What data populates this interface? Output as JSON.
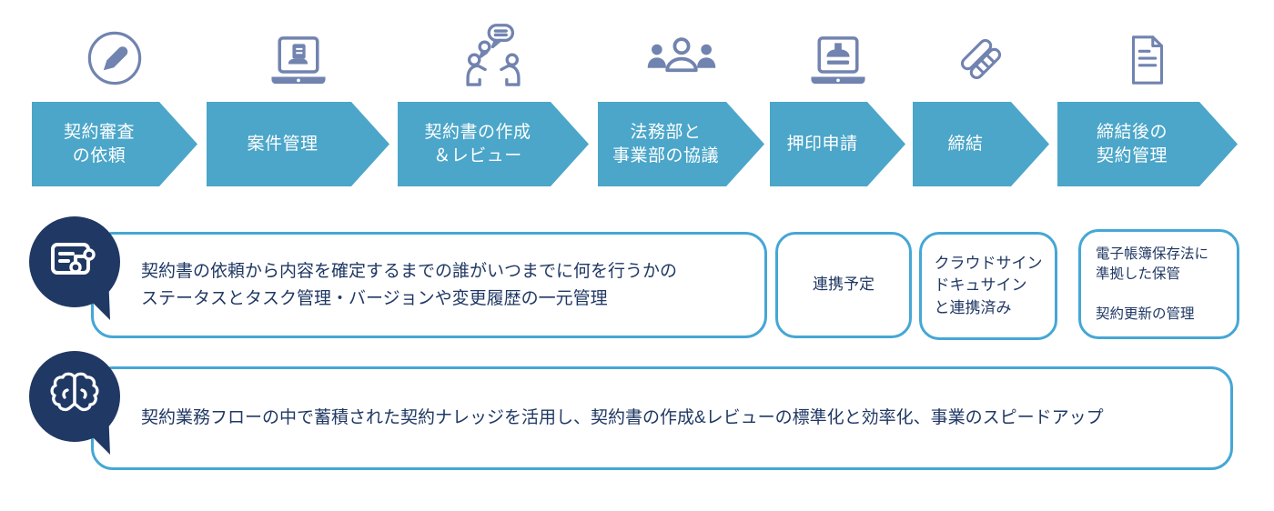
{
  "colors": {
    "arrow_fill": "#4BA6C9",
    "box_border": "#45A7D5",
    "bubble_fill": "#203864",
    "body_text": "#203864",
    "icon_stroke": "#7183AF"
  },
  "flow": {
    "steps": [
      {
        "label": "契約審査\nの依頼",
        "icon": "pencil-icon"
      },
      {
        "label": "案件管理",
        "icon": "laptop-document-icon"
      },
      {
        "label": "契約書の作成\n＆レビュー",
        "icon": "discussion-icon"
      },
      {
        "label": "法務部と\n事業部の協議",
        "icon": "team-icon"
      },
      {
        "label": "押印申請",
        "icon": "laptop-stamp-icon"
      },
      {
        "label": "締結",
        "icon": "handshake-icon"
      },
      {
        "label": "締結後の\n契約管理",
        "icon": "document-icon"
      }
    ]
  },
  "notes": {
    "status_note": {
      "icon": "task-flow-icon",
      "text": "契約書の依頼から内容を確定するまでの誰がいつまでに何を行うかの\nステータスとタスク管理・バージョンや変更履歴の一元管理"
    },
    "integration_planned": "連携予定",
    "esign_integration": "クラウドサイン\nドキュサイン\nと連携済み",
    "storage_note": "電子帳簿保存法に\n準拠した保管\n\n契約更新の管理",
    "knowledge_note": {
      "icon": "brain-icon",
      "text": "契約業務フローの中で蓄積された契約ナレッジを活用し、契約書の作成&レビューの標準化と効率化、事業のスピードアップ"
    }
  }
}
